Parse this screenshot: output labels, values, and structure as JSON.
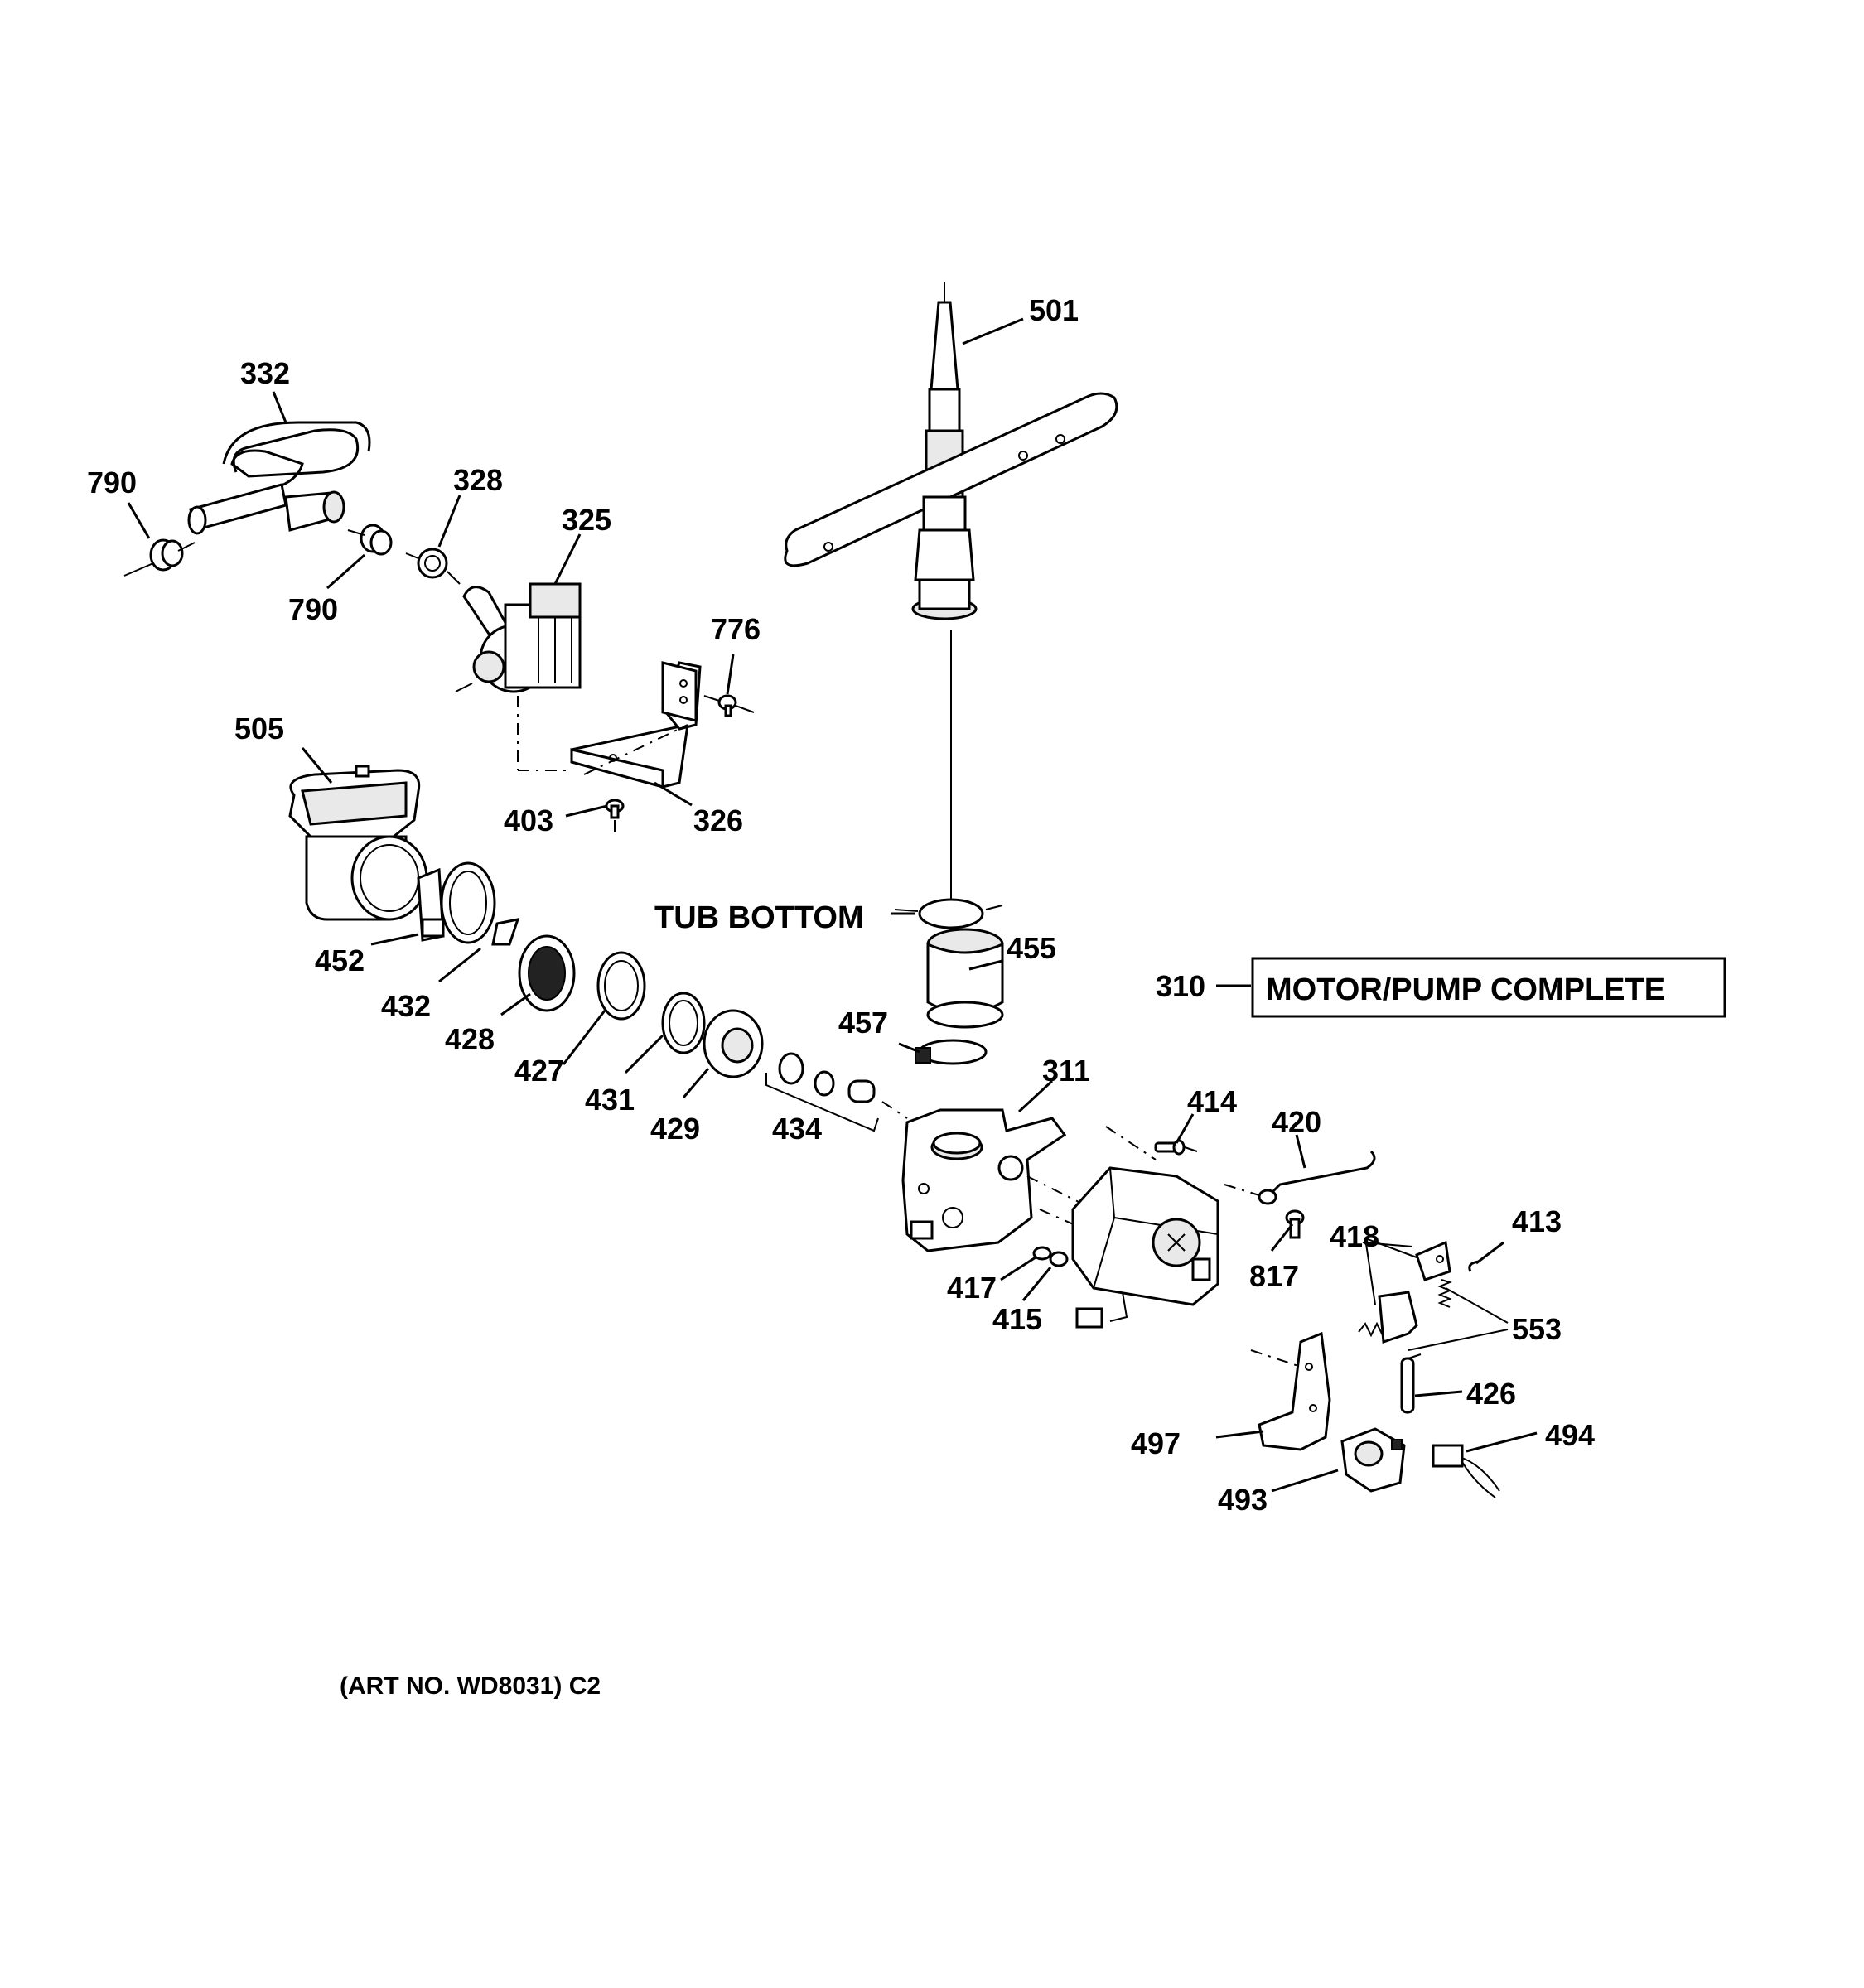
{
  "diagram": {
    "tub_bottom_label": "TUB BOTTOM",
    "complete_assembly": {
      "ref": "310",
      "label": "MOTOR/PUMP COMPLETE"
    },
    "art_number": "(ART NO. WD8031) C2",
    "callouts": {
      "c501": "501",
      "c332": "332",
      "c790a": "790",
      "c790b": "790",
      "c328": "328",
      "c325": "325",
      "c776": "776",
      "c505": "505",
      "c403": "403",
      "c326": "326",
      "c455": "455",
      "c457": "457",
      "c452": "452",
      "c432": "432",
      "c428": "428",
      "c427": "427",
      "c431": "431",
      "c429": "429",
      "c434": "434",
      "c311": "311",
      "c414": "414",
      "c420": "420",
      "c418": "418",
      "c413": "413",
      "c817": "817",
      "c417": "417",
      "c415": "415",
      "c553": "553",
      "c426": "426",
      "c494": "494",
      "c497": "497",
      "c493": "493"
    }
  }
}
